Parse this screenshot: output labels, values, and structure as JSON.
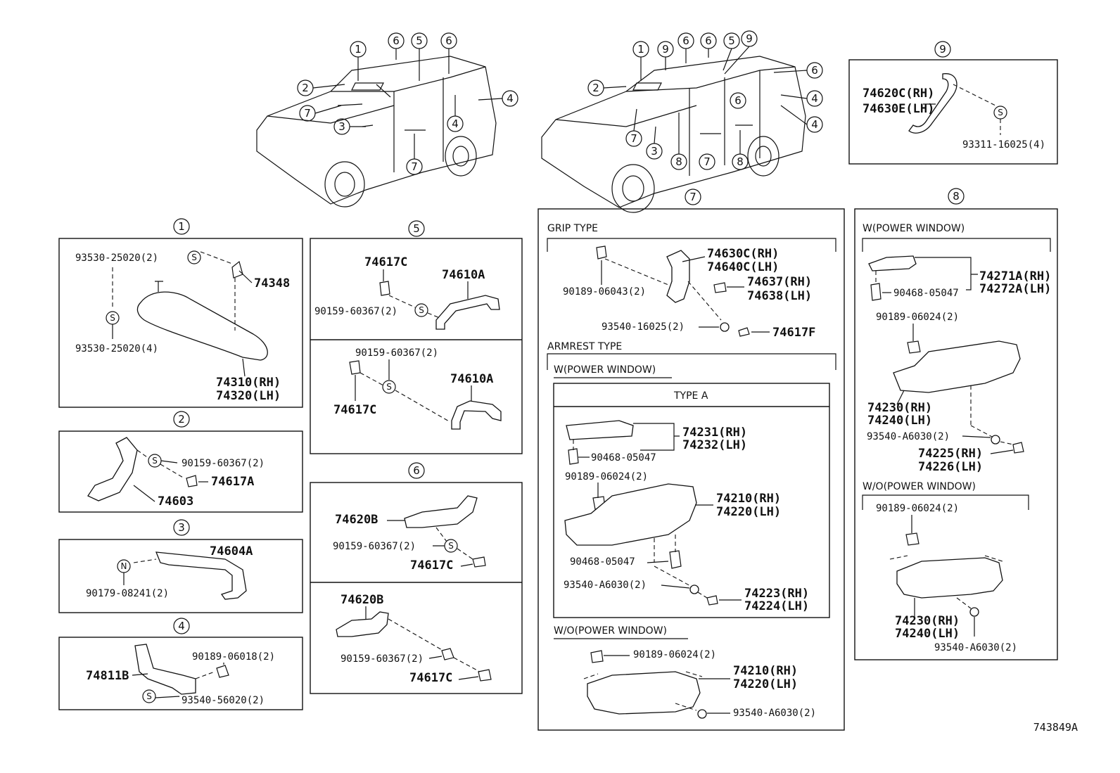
{
  "callouts": [
    "1",
    "2",
    "3",
    "4",
    "5",
    "6",
    "7",
    "8",
    "9",
    "N",
    "S"
  ],
  "headers": {
    "grip_type": "GRIP TYPE",
    "armrest_type": "ARMREST TYPE",
    "w_power_window": "W(POWER WINDOW)",
    "wo_power_window": "W/O(POWER WINDOW)",
    "type_a": "TYPE A"
  },
  "panel1": {
    "l1": "93530-25020(2)",
    "l2": "74348",
    "l3": "93530-25020(4)",
    "l4": "74310(RH)",
    "l5": "74320(LH)"
  },
  "panel2": {
    "l1": "90159-60367(2)",
    "l2": "74617A",
    "l3": "74603"
  },
  "panel3": {
    "l1": "74604A",
    "l2": "90179-08241(2)"
  },
  "panel4": {
    "l1": "90189-06018(2)",
    "l2": "74811B",
    "l3": "93540-56020(2)"
  },
  "panel5": {
    "l1": "74617C",
    "l2": "74610A",
    "l3": "90159-60367(2)",
    "l4": "90159-60367(2)",
    "l5": "74610A",
    "l6": "74617C"
  },
  "panel6": {
    "l1": "74620B",
    "l2": "90159-60367(2)",
    "l3": "74617C",
    "l4": "74620B",
    "l5": "90159-60367(2)",
    "l6": "74617C"
  },
  "panel7": {
    "g1": "74630C(RH)",
    "g2": "74640C(LH)",
    "g3": "90189-06043(2)",
    "g4": "74637(RH)",
    "g5": "74638(LH)",
    "g6": "93540-16025(2)",
    "g7": "74617F",
    "a1": "74231(RH)",
    "a2": "74232(LH)",
    "a3": "90468-05047",
    "a4": "90189-06024(2)",
    "a5": "74210(RH)",
    "a6": "74220(LH)",
    "a7": "90468-05047",
    "a8": "93540-A6030(2)",
    "a9": "74223(RH)",
    "a10": "74224(LH)",
    "b1": "90189-06024(2)",
    "b2": "74210(RH)",
    "b3": "74220(LH)",
    "b4": "93540-A6030(2)"
  },
  "panel8": {
    "a1": "74271A(RH)",
    "a2": "74272A(LH)",
    "a3": "90468-05047",
    "a4": "90189-06024(2)",
    "a5": "74230(RH)",
    "a6": "74240(LH)",
    "a7": "93540-A6030(2)",
    "a8": "74225(RH)",
    "a9": "74226(LH)",
    "b1": "90189-06024(2)",
    "b2": "74230(RH)",
    "b3": "74240(LH)",
    "b4": "93540-A6030(2)"
  },
  "panel9": {
    "l1": "74620C(RH)",
    "l2": "74630E(LH)",
    "l3": "93311-16025(4)"
  },
  "diagram_code": "743849A"
}
